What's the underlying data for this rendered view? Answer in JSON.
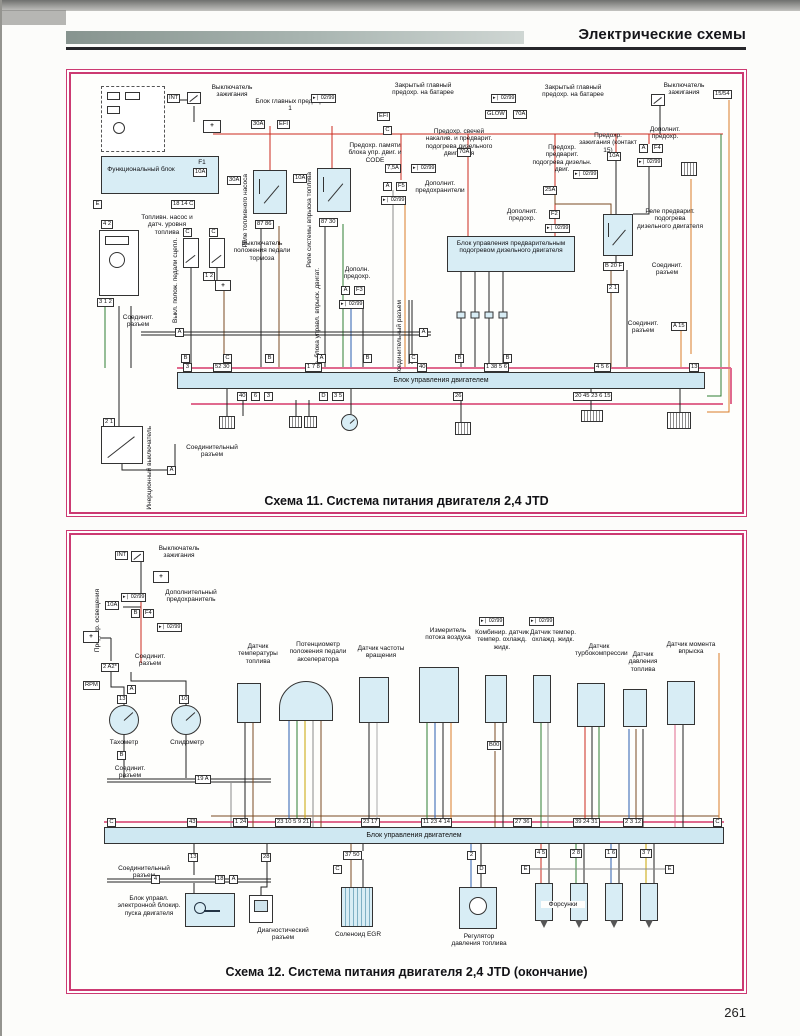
{
  "page": {
    "header_title": "Электрические схемы",
    "page_number": "261"
  },
  "tokens": {
    "date": "02/99",
    "int": "INT",
    "efi": "EFI",
    "glow": "GLOW",
    "rpm": "RPM",
    "b00": "B00",
    "key": "15/54",
    "plus": "+"
  },
  "d11": {
    "caption": "Схема 11. Система питания двигателя 2,4 JTD",
    "labels": {
      "ignition_switch_left": "Выключатель зажигания",
      "main_fuse_block": "Блок главных предохр. 1",
      "closed_main_fuse_left": "Закрытый главный предохр. на батарее",
      "closed_main_fuse_right": "Закрытый главный предохр. на батарее",
      "ignition_switch_right": "Выключатель зажигания",
      "functional_block": "Функциональный блок",
      "fuel_pump_relay": "Реле топливного насоса",
      "injection_relay": "Реле системы впрыска топлива",
      "memory_fuse": "Предохр. памяти блока упр. двиг. и CODE",
      "glow_plug_fuse": "Предохр. свечей накалив. и предварит. подогрева дизельного двигателя",
      "extra_fuses_f5": "Дополнит. предохранители",
      "preheat_fuse": "Предохр. предварит. подогрева дизельн. двиг.",
      "ignition_fuse": "Предохр. зажигания (контакт 15)",
      "extra_fuse_f4": "Дополнит. предохр.",
      "extra_fuse_f2": "Дополнит. предохр.",
      "extra_fuse_f3": "Дополн. предохр.",
      "preheat_relay": "Реле предварит. подогрева дизельного двигателя",
      "connector_right_top": "Соединит. разъем",
      "connector_right_bottom": "Соединит. разъем",
      "connector_left": "Соединит. разъем",
      "fuel_pump": "Топливн. насос и датч. уровня топлива",
      "clutch_pedal_switch": "Выкл. полож. педали сцепл.",
      "brake_pedal_switch": "Выключатель положения педали тормоза",
      "injection_unit_fuse": "Предохр. блока управл. впрыск. двигат.",
      "joint_connector_mid": "Соединительный разъем",
      "preheat_control_unit": "Блок управления предварительным подогревом дизельного двигателя",
      "engine_control_unit": "Блок управления двигателем",
      "inertia_switch": "Инерционный выключатель",
      "joint_connector_bottom": "Соединительный разъем"
    },
    "fuses": {
      "f1_id": "F1",
      "f1": "10A",
      "main": "30A",
      "glow_main": "70A",
      "memory": "7,5A",
      "glow_fuse": "70A",
      "preheat": "25A",
      "ignition": "10A",
      "relay1": "30A",
      "relay2": "10A",
      "f5": "F5",
      "f4": "F4",
      "f3": "F3",
      "f2": "F2"
    },
    "pins": {
      "func_e": "E",
      "func_row": "18 14 C",
      "relay1": "87 86",
      "relay2": "87 30",
      "pump_top": "4 2",
      "pump_bottom": "3 1 2",
      "pedal_c": "C",
      "pedal_12": "1 2",
      "a": "A",
      "c": "C",
      "conn_r1": "B 20 F",
      "conn_r2": "2 1",
      "conn_r3": "A 15",
      "inertia": "2 1",
      "conn_b_a": "A"
    },
    "ecu_top_letters": [
      "B",
      "C",
      "B",
      "A",
      "B",
      "C",
      "B",
      "B"
    ],
    "ecu_top_pins": [
      "3",
      "52 30",
      "1 7 8",
      "40",
      "1 38 5 6",
      "4 5 6",
      "13"
    ],
    "ecu_bottom_pins": [
      "40",
      "6",
      "3",
      "D",
      "3 5",
      "26",
      "20 45 23 6 15"
    ]
  },
  "d12": {
    "caption": "Схема 12. Система питания двигателя 2,4 JTD (окончание)",
    "labels": {
      "ignition_switch": "Выключатель зажигания",
      "lighting_fuse": "Предохр. освещения",
      "extra_fuse": "Дополнительный предохранитель",
      "connector_top": "Соединит. разъем",
      "tachometer": "Тахометр",
      "speedometer": "Спидометр",
      "connector_mid": "Соединит. разъем",
      "fuel_temp_sensor": "Датчик температуры топлива",
      "accel_potentiometer": "Потенциометр положения педали акселератора",
      "rpm_sensor": "Датчик частоты вращения",
      "air_flow_meter": "Измеритель потока воздуха",
      "combined_coolant_sensor": "Комбинир. датчик темпер. охлажд. жидк.",
      "coolant_temp_sensor": "Датчик темпер. охлажд. жидк.",
      "turbo_pressure_sensor": "Датчик турбокомпрессии",
      "fuel_pressure_sensor": "Датчик давления топлива",
      "injection_timing_sensor": "Датчик момента впрыска",
      "engine_control_unit": "Блок управления двигателем",
      "joint_connector": "Соединительный разъем",
      "immobilizer_unit": "Блок управл. электронной блокир. пуска двигателя",
      "diagnostic_connector": "Диагностический разъем",
      "egr_solenoid": "Соленоид EGR",
      "fuel_pressure_regulator": "Регулятор давления топлива",
      "injectors": "Форсунки"
    },
    "pins": {
      "fuse10": "10A",
      "fb": "B",
      "ff4": "F4",
      "a": "A",
      "conn_top": "2 A2*",
      "tach_top": "13",
      "speedo_top": "10",
      "tach_b": "B",
      "conn_mid": "19 A",
      "below_13": "13",
      "below_28": "28",
      "conn_4": "4",
      "conn_18": "18",
      "conn_a": "A",
      "egr": "37 50",
      "egr_c": "C",
      "reg_2": "2",
      "reg_d": "D",
      "inj1": "4 5",
      "inj2": "2 8",
      "inj3": "1 6",
      "inj4": "3 7",
      "e": "E"
    },
    "bar_pins": [
      "C",
      "43",
      "1 24",
      "23 10 5 9 21",
      "23 17",
      "11 23 4 14",
      "27 36",
      "39 24 31",
      "2 3 12",
      "C"
    ]
  }
}
